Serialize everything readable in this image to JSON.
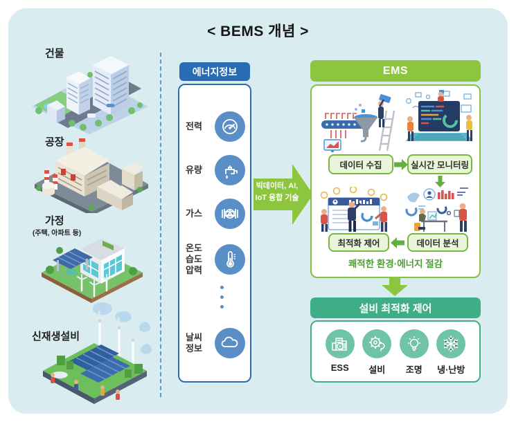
{
  "title": "< BEMS 개념 >",
  "sources": [
    {
      "label": "건물",
      "sub": "",
      "icon": "building-city-illustration"
    },
    {
      "label": "공장",
      "sub": "",
      "icon": "factory-illustration"
    },
    {
      "label": "가정",
      "sub": "(주택, 아파트 등)",
      "icon": "smart-home-illustration"
    },
    {
      "label": "신재생설비",
      "sub": "",
      "icon": "renewable-energy-illustration"
    }
  ],
  "energy_info": {
    "header": "에너지정보",
    "items": [
      {
        "label": "전력",
        "icon": "gauge-icon"
      },
      {
        "label": "유량",
        "icon": "faucet-icon"
      },
      {
        "label": "가스",
        "icon": "valve-icon"
      },
      {
        "label": "온도\n습도\n압력",
        "icon": "thermometer-icon"
      },
      {
        "label": "날씨\n정보",
        "icon": "cloud-icon"
      }
    ]
  },
  "transfer_arrow": {
    "text": "빅데이터, AI,\nIoT 융합 기술"
  },
  "ems": {
    "header": "EMS",
    "steps": [
      {
        "label": "데이터 수집",
        "icon": "data-collection-illustration"
      },
      {
        "label": "실시간 모니터링",
        "icon": "realtime-monitoring-illustration"
      },
      {
        "label": "최적화 제어",
        "icon": "optimization-control-illustration"
      },
      {
        "label": "데이터 분석",
        "icon": "data-analysis-illustration"
      }
    ],
    "caption": "쾌적한 환경·에너지 절감"
  },
  "facility": {
    "header": "설비 최적화 제어",
    "items": [
      {
        "label": "ESS",
        "icon": "ess-icon"
      },
      {
        "label": "설비",
        "icon": "equipment-icon"
      },
      {
        "label": "조명",
        "icon": "lighting-icon"
      },
      {
        "label": "냉·난방",
        "icon": "hvac-icon"
      }
    ]
  },
  "colors": {
    "background": "#d9edf1",
    "energy_blue": "#2a6cb3",
    "icon_blue": "#5a8ec7",
    "ems_green": "#8cc63e",
    "pill_green_border": "#77b83f",
    "caption_green": "#4f9e35",
    "facility_teal": "#3eae89",
    "facility_icon_teal": "#6ec4a4"
  }
}
